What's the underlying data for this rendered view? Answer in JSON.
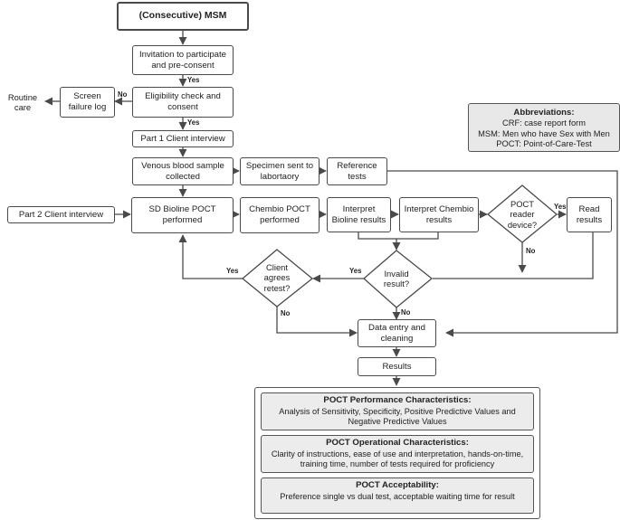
{
  "nodes": {
    "msm": "(Consecutive) MSM",
    "invitation": "Invitation to participate and pre-consent",
    "eligibility": "Eligibility check and consent",
    "screen_failure": "Screen failure log",
    "routine_care": "Routine care",
    "part1": "Part 1 Client interview",
    "venous": "Venous blood sample collected",
    "specimen": "Specimen sent to labortaory",
    "reference": "Reference tests",
    "part2": "Part 2 Client interview",
    "sd_bioline": "SD Bioline POCT performed",
    "chembio_poct": "Chembio POCT performed",
    "interpret_bioline": "Interpret Bioline results",
    "interpret_chembio": "Interpret Chembio results",
    "reader_device": "POCT reader device?",
    "read_results": "Read results",
    "client_agrees": "Client agrees retest?",
    "invalid_result": "Invalid result?",
    "data_entry": "Data entry and cleaning",
    "results": "Results"
  },
  "edge_labels": {
    "yes": "Yes",
    "no": "No"
  },
  "abbreviations": {
    "title": "Abbreviations:",
    "items": [
      "CRF: case report form",
      "MSM: Men who have Sex with Men",
      "POCT: Point-of-Care-Test"
    ]
  },
  "outcomes": [
    {
      "title": "POCT Performance Characteristics:",
      "text": "Analysis of Sensitivity, Specificity, Positive Predictive Values and Negative Predictive Values"
    },
    {
      "title": "POCT Operational Characteristics:",
      "text": "Clarity of instructions, ease of use and interpretation, hands-on-time, training time, number of tests required for proficiency"
    },
    {
      "title": "POCT Acceptability:",
      "text": "Preference single vs dual test, acceptable waiting time for result"
    }
  ],
  "colors": {
    "line": "#4a4a4a",
    "box_fill": "#ffffff",
    "panel_fill": "#e8e8e8"
  }
}
